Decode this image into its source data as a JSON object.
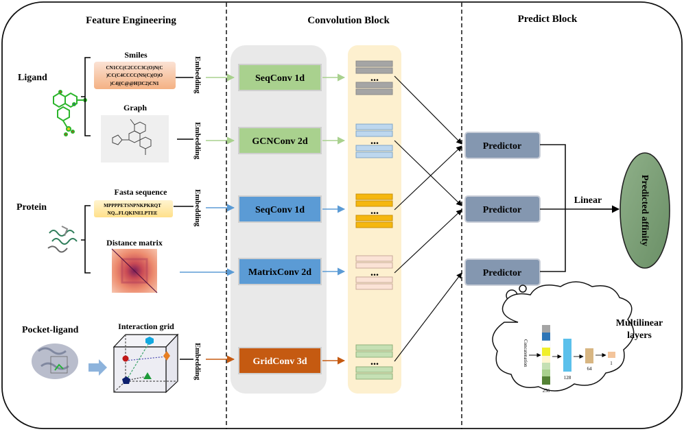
{
  "headers": {
    "feature": "Feature Engineering",
    "convolution": "Convolution  Block",
    "predict": "Predict  Block"
  },
  "inputs": {
    "ligand": "Ligand",
    "smiles_title": "Smiles",
    "smiles_line1": "CN1CC(C2CCC3C(O)N(C",
    "smiles_line2": ")CC(C4CCCC(NS(C)(O)O",
    "smiles_line3": ")C4)[C@@H]3C2)CN1",
    "graph_title": "Graph",
    "protein": "Protein",
    "fasta_title": "Fasta sequence",
    "fasta_line1": "MPPPPETSNPNKPKRQT",
    "fasta_line2": "NQ...FLQKINELPTEE",
    "distance_title": "Distance matrix",
    "pocket": "Pocket-ligand",
    "grid_title": "Interaction grid",
    "embedding": "Embedding"
  },
  "conv_blocks": {
    "b1": "SeqConv 1d",
    "b2": "GCNConv 2d",
    "b3": "SeqConv 1d",
    "b4": "MatrixConv 2d",
    "b5": "GridConv 3d"
  },
  "ellipsis": "...",
  "predict": {
    "predictor": "Predictor",
    "linear": "Linear",
    "output": "Predicted affinity",
    "multilinear_1": "Multilinear",
    "multilinear_2": "layers",
    "concat": "Concatenation",
    "n256": "256",
    "n128": "128",
    "n64": "64",
    "n1": "1"
  },
  "colors": {
    "green_block": "#a9d18e",
    "blue_block": "#5b9bd5",
    "orange_block": "#c55a11",
    "predictor": "#8497b0",
    "output_node": "#7fa07a",
    "conv_panel": "#e9e9e9",
    "feature_panel": "#fdf0cf"
  }
}
